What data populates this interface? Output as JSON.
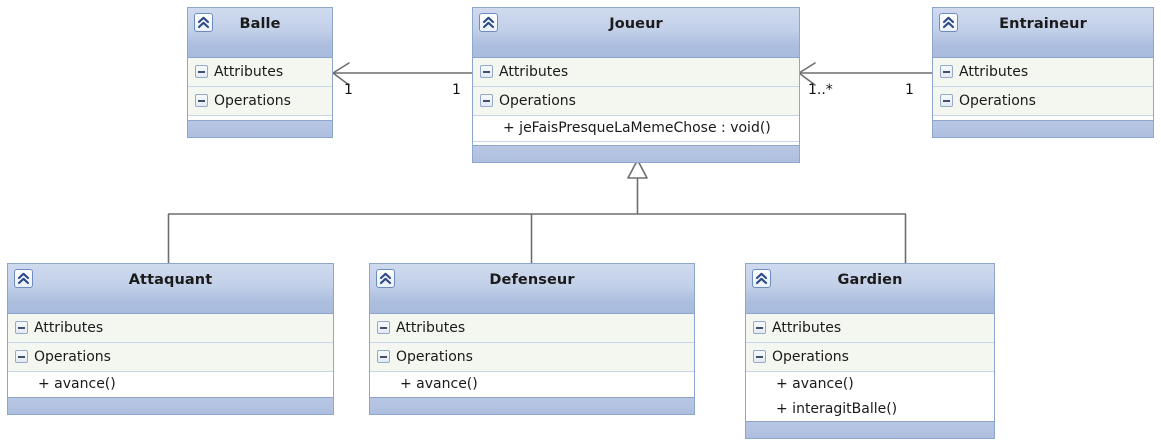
{
  "diagram": {
    "kind": "uml-class-diagram",
    "line_color": "#6e6e6e",
    "class_border_color": "#8ea5cd",
    "header_gradient_top": "#cfdaef",
    "header_gradient_bottom": "#a8bbdd",
    "footer_color": "#aebfdf",
    "compartment_bg": "#f4f6f0",
    "member_bg": "#ffffff"
  },
  "classes": {
    "balle": {
      "name": "Balle",
      "icon": "class-chevron-icon",
      "attributes_label": "Attributes",
      "operations_label": "Operations",
      "operations": []
    },
    "joueur": {
      "name": "Joueur",
      "icon": "class-chevron-icon",
      "attributes_label": "Attributes",
      "operations_label": "Operations",
      "operations": [
        "+ jeFaisPresqueLaMemeChose : void()"
      ]
    },
    "entraineur": {
      "name": "Entraineur",
      "icon": "class-chevron-icon",
      "attributes_label": "Attributes",
      "operations_label": "Operations",
      "operations": []
    },
    "attaquant": {
      "name": "Attaquant",
      "icon": "class-chevron-icon",
      "attributes_label": "Attributes",
      "operations_label": "Operations",
      "operations": [
        "+ avance()"
      ]
    },
    "defenseur": {
      "name": "Defenseur",
      "icon": "class-chevron-icon",
      "attributes_label": "Attributes",
      "operations_label": "Operations",
      "operations": [
        "+ avance()"
      ]
    },
    "gardien": {
      "name": "Gardien",
      "icon": "class-chevron-icon",
      "attributes_label": "Attributes",
      "operations_label": "Operations",
      "operations": [
        "+ avance()",
        "+ interagitBalle()"
      ]
    }
  },
  "associations": [
    {
      "id": "joueur-balle",
      "from": "Joueur",
      "to": "Balle",
      "source_multiplicity": "1",
      "target_multiplicity": "1"
    },
    {
      "id": "entraineur-joueur",
      "from": "Entraineur",
      "to": "Joueur",
      "source_multiplicity": "1",
      "target_multiplicity": "1..*"
    }
  ],
  "generalizations": [
    {
      "child": "Attaquant",
      "parent": "Joueur"
    },
    {
      "child": "Defenseur",
      "parent": "Joueur"
    },
    {
      "child": "Gardien",
      "parent": "Joueur"
    }
  ],
  "multiplicity_labels": {
    "balle_side": "1",
    "joueur_left_side": "1",
    "joueur_right_side": "1..*",
    "entraineur_side": "1"
  }
}
